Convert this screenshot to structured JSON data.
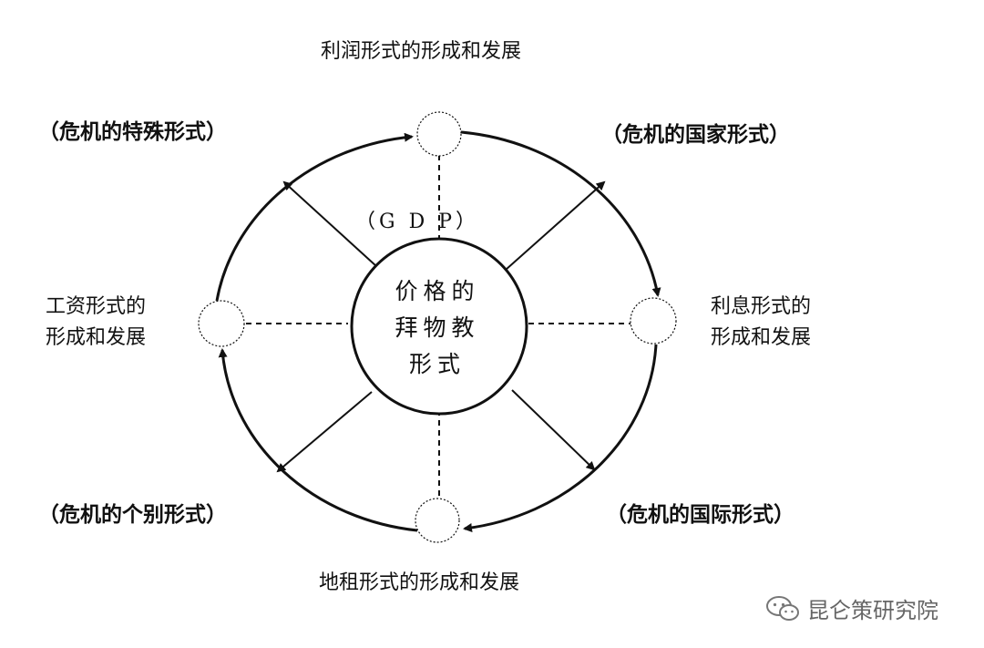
{
  "diagram": {
    "center_lines": [
      "价格的",
      "拜物教",
      "形式"
    ],
    "center_label": "（G D P）",
    "nodes": {
      "top": "利润形式的形成和发展",
      "right_line1": "利息形式的",
      "right_line2": "形成和发展",
      "bottom": "地租形式的形成和发展",
      "left_line1": "工资形式的",
      "left_line2": "形成和发展"
    },
    "crises": {
      "top_left": "（危机的特殊形式）",
      "top_right": "（危机的国家形式）",
      "bottom_left": "（危机的个别形式）",
      "bottom_right": "（危机的国际形式）"
    }
  },
  "watermark": {
    "text": "昆仑策研究院",
    "icon": "wechat-icon"
  }
}
